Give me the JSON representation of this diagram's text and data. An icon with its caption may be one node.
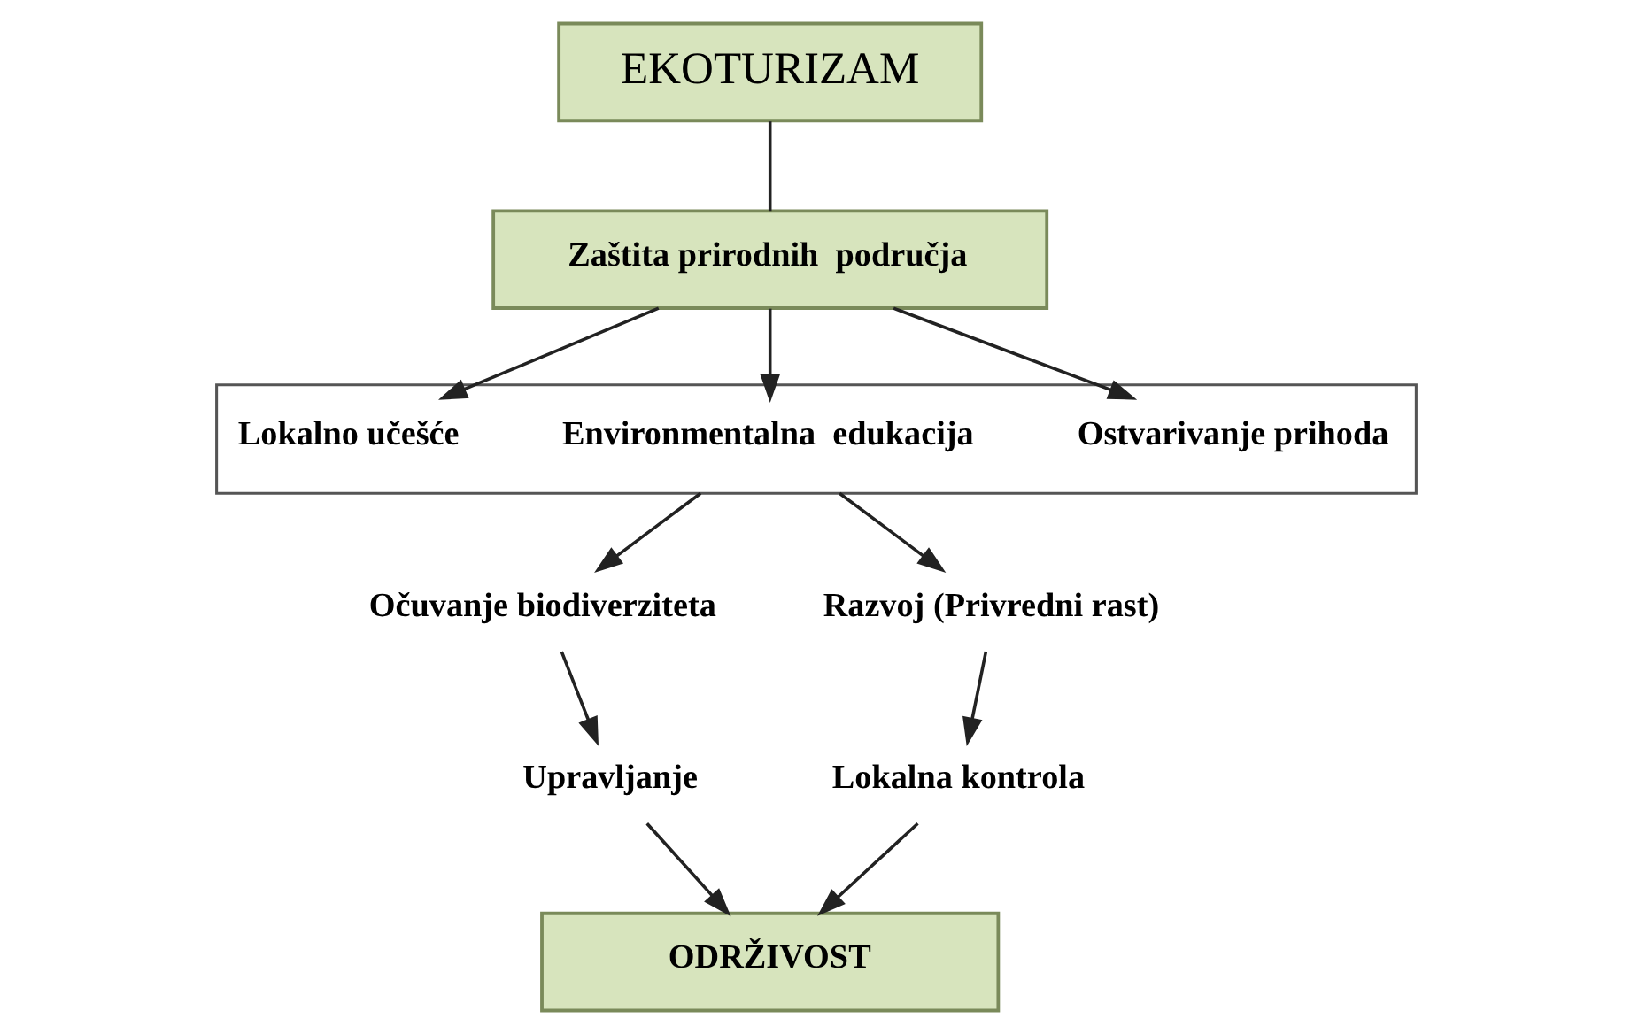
{
  "diagram": {
    "nodes": [
      {
        "text": [
          "EKOTURIZAM"
        ]
      },
      {
        "text": [
          "Zaštita prirodnih  područja"
        ]
      },
      {
        "text": [],
        "shape": "bar"
      },
      {
        "text": [
          "Ostvarivanje prihoda"
        ],
        "in": 2
      },
      {
        "text": [
          "Environmentalna  edukacija"
        ],
        "in": 2
      },
      {
        "text": [
          "Lokalno učešće"
        ],
        "in": 2
      },
      {
        "text": [
          "Očuvanje biodiverziteta"
        ]
      },
      {
        "text": [
          "Razvoj (Privredni rast)"
        ]
      },
      {
        "text": [
          "Upravljanje"
        ]
      },
      {
        "text": [
          "Lokalna kontrola"
        ]
      },
      {
        "text": [
          "ODRŽIVOST"
        ]
      }
    ],
    "edges": [
      {
        "from": 0,
        "to": 1,
        "arrow": "none"
      },
      {
        "from": 1,
        "to": 3,
        "arrow": "to"
      },
      {
        "from": 1,
        "to": 4,
        "arrow": "to"
      },
      {
        "from": 1,
        "to": 5,
        "arrow": "to"
      },
      {
        "from": 2,
        "to": 6,
        "arrow": "to"
      },
      {
        "from": 2,
        "to": 7,
        "arrow": "to"
      },
      {
        "from": 6,
        "to": 8,
        "arrow": "to"
      },
      {
        "from": 7,
        "to": 9,
        "arrow": "to"
      },
      {
        "from": 8,
        "to": 10,
        "arrow": "to"
      },
      {
        "from": 9,
        "to": 10,
        "arrow": "to"
      }
    ]
  }
}
